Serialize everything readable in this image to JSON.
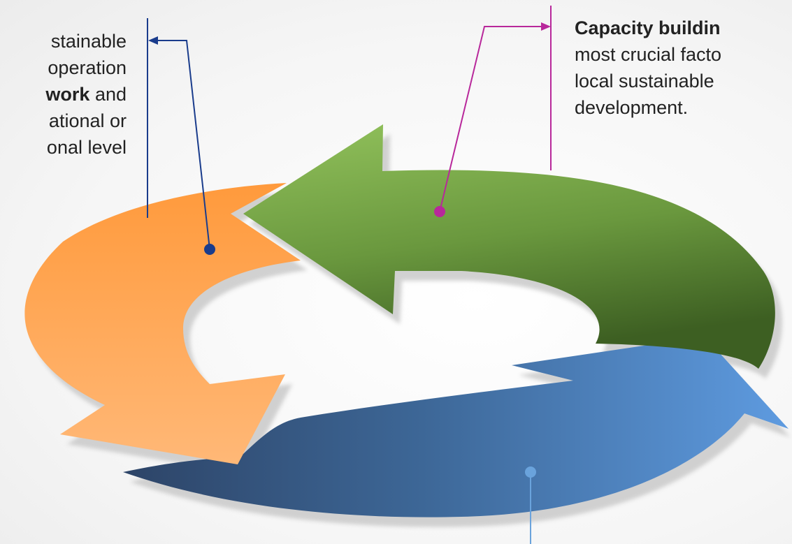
{
  "left_callout": {
    "lines": [
      "stainable",
      "operation",
      "work and",
      "ational or",
      "onal level"
    ],
    "bold_word": "work",
    "after_bold": " and"
  },
  "right_callout": {
    "line1_bold": "Capacity buildin",
    "line2": "most crucial facto",
    "line3": "local sustainable",
    "line4": "development."
  },
  "colors": {
    "orange_arrow": "#ffa650",
    "green_arrow": "#7aa848",
    "blue_arrow": "#5a97d6",
    "left_connector": "#1a3c8c",
    "right_connector": "#b8289b",
    "bottom_connector": "#6aa3dc"
  }
}
